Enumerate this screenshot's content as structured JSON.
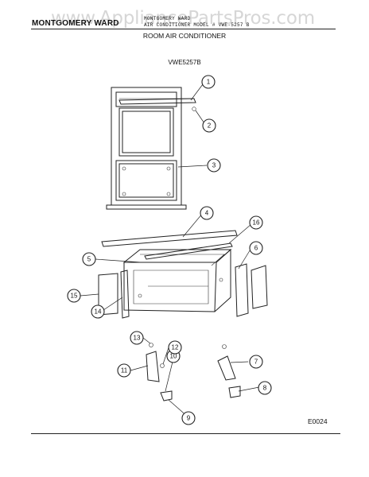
{
  "watermark": "www.AppliancePartsPros.com",
  "header": {
    "brand": "MONTGOMERY WARD",
    "typed_line1": "MONTGOMERY WARD",
    "typed_line2": "AIR CONDITIONER MODEL # VWE-5257 B",
    "title": "ROOM AIR CONDITIONER",
    "model": "VWE5257B"
  },
  "diagram_code": "E0024",
  "callouts": [
    "1",
    "2",
    "3",
    "4",
    "5",
    "6",
    "7",
    "8",
    "9",
    "10",
    "11",
    "12",
    "13",
    "14",
    "15",
    "16"
  ]
}
